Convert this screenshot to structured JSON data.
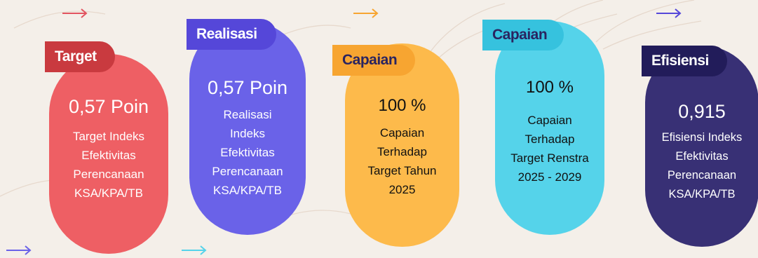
{
  "colors": {
    "background": "#f4efe9",
    "red": "#ee5f64",
    "red_tag": "#c93a3f",
    "purple": "#6a62e8",
    "purple_tag": "#5547d9",
    "orange": "#fdba4b",
    "orange_tag": "#f7a531",
    "cyan": "#55d3ea",
    "cyan_tag": "#36c2de",
    "navy": "#383075",
    "navy_tag": "#221c5a"
  },
  "cards": [
    {
      "tag": "Target",
      "value": "0,57 Poin",
      "description": "Target Indeks\nEfektivitas\nPerencanaan\nKSA/KPA/TB"
    },
    {
      "tag": "Realisasi",
      "value": "0,57 Poin",
      "description": "Realisasi\nIndeks\nEfektivitas\nPerencanaan\nKSA/KPA/TB"
    },
    {
      "tag": "Capaian",
      "value": "100 %",
      "description": "Capaian\nTerhadap\nTarget Tahun\n2025"
    },
    {
      "tag": "Capaian",
      "value": "100 %",
      "description": "Capaian\nTerhadap\nTarget Renstra\n2025 - 2029"
    },
    {
      "tag": "Efisiensi",
      "value": "0,915",
      "description": "Efisiensi Indeks\nEfektivitas\nPerencanaan\nKSA/KPA/TB"
    }
  ],
  "icons": {
    "arrow": "right-arrow-icon"
  }
}
